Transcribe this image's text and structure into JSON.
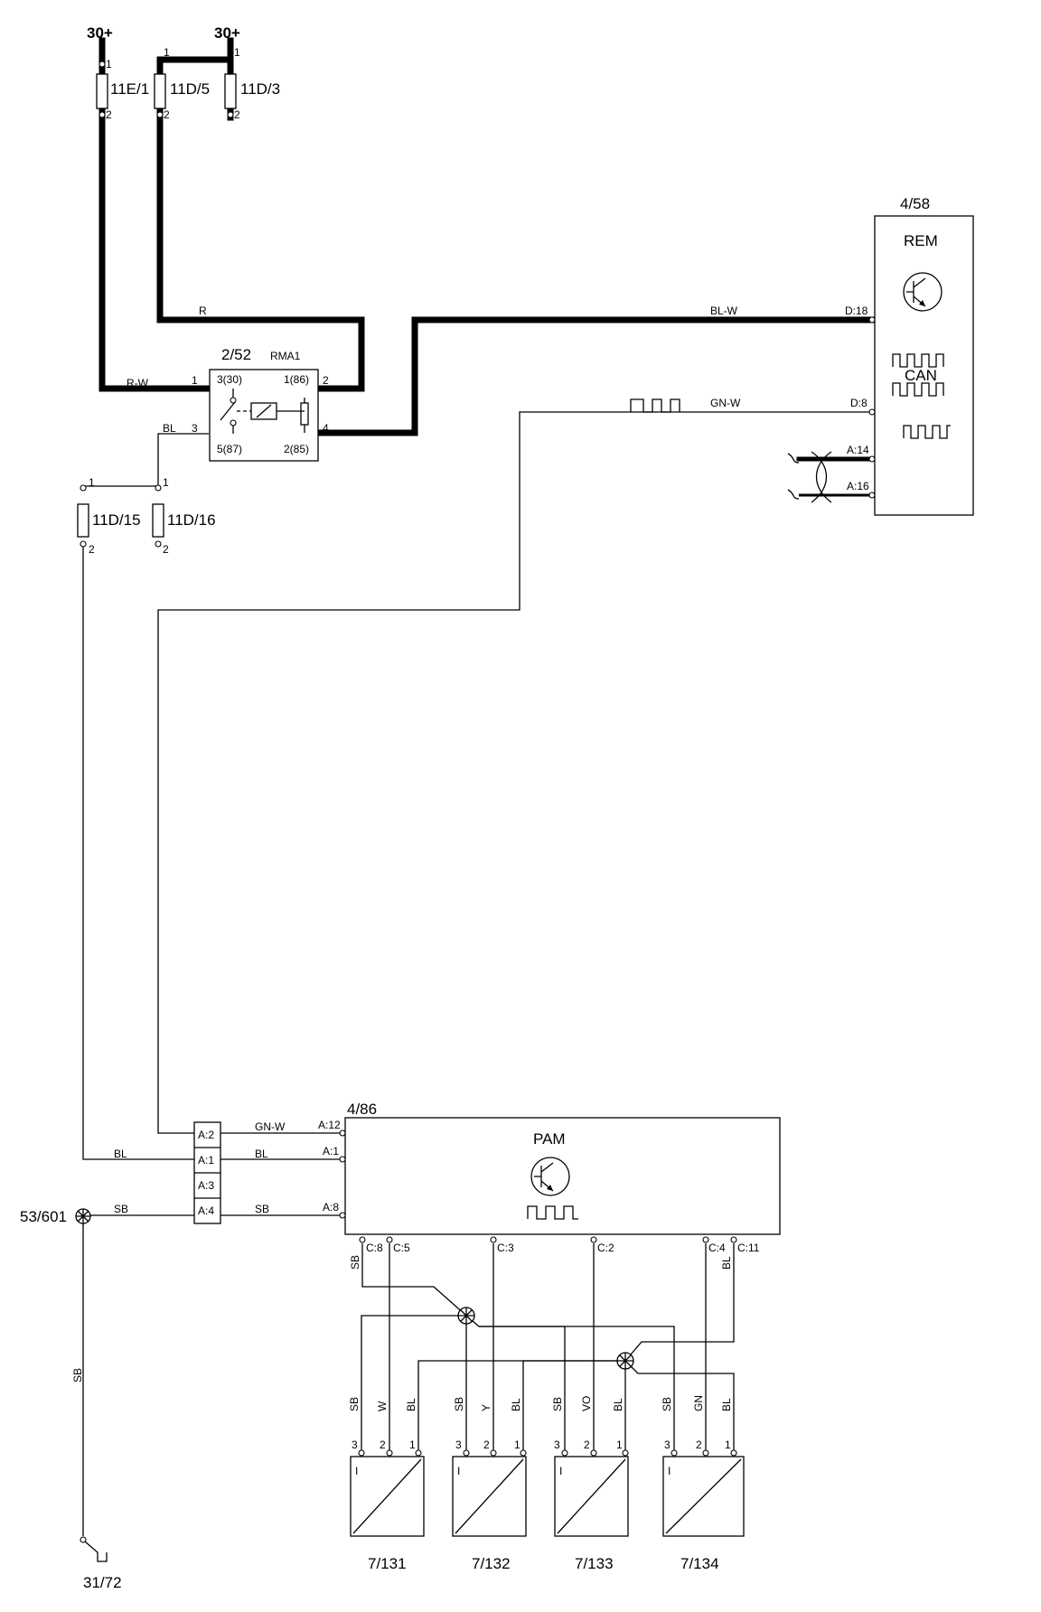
{
  "supply": {
    "left": "30+",
    "right": "30+"
  },
  "fuses": {
    "f11e1": {
      "name": "11E/1",
      "pin1": "1",
      "pin2": "2"
    },
    "f11d5": {
      "name": "11D/5",
      "pin1": "1",
      "pin2": "2"
    },
    "f11d3": {
      "name": "11D/3",
      "pin1": "1",
      "pin2": "2"
    },
    "f11d15": {
      "name": "11D/15",
      "pin1": "1",
      "pin2": "2"
    },
    "f11d16": {
      "name": "11D/16",
      "pin1": "1",
      "pin2": "2"
    }
  },
  "relay": {
    "id": "2/52",
    "name": "RMA1",
    "pin30": "3(30)",
    "pin86": "1(86)",
    "pin87": "5(87)",
    "pin85": "2(85)",
    "ext1": "1",
    "ext2": "2",
    "ext3": "3",
    "ext4": "4"
  },
  "rem": {
    "id": "4/58",
    "name": "REM",
    "can": "CAN",
    "pin_d18": "D:18",
    "pin_d8": "D:8",
    "pin_a14": "A:14",
    "pin_a16": "A:16"
  },
  "pam": {
    "id": "4/86",
    "name": "PAM",
    "pin_a12": "A:12",
    "pin_a1": "A:1",
    "pin_a8": "A:8",
    "pin_c8": "C:8",
    "pin_c5": "C:5",
    "pin_c3": "C:3",
    "pin_c2": "C:2",
    "pin_c4": "C:4",
    "pin_c11": "C:11"
  },
  "connector": {
    "a2": "A:2",
    "a1": "A:1",
    "a3": "A:3",
    "a4": "A:4"
  },
  "wires": {
    "r": "R",
    "r_w": "R-W",
    "bl_w": "BL-W",
    "gn_w": "GN-W",
    "gn_w2": "GN-W",
    "bl_relay": "BL",
    "bl_left": "BL",
    "bl_mid": "BL",
    "sb_left": "SB",
    "sb_mid": "SB",
    "sb_vertical": "SB",
    "sb_c8": "SB",
    "bl_c11": "BL"
  },
  "ground": {
    "splice": "53/601",
    "point": "31/72"
  },
  "sensors": [
    {
      "id": "7/131",
      "w3": "SB",
      "w2": "W",
      "w1": "BL",
      "p3": "3",
      "p2": "2",
      "p1": "1",
      "mark": "I"
    },
    {
      "id": "7/132",
      "w3": "SB",
      "w2": "Y",
      "w1": "BL",
      "p3": "3",
      "p2": "2",
      "p1": "1",
      "mark": "I"
    },
    {
      "id": "7/133",
      "w3": "SB",
      "w2": "VO",
      "w1": "BL",
      "p3": "3",
      "p2": "2",
      "p1": "1",
      "mark": "I"
    },
    {
      "id": "7/134",
      "w3": "SB",
      "w2": "GN",
      "w1": "BL",
      "p3": "3",
      "p2": "2",
      "p1": "1",
      "mark": "I"
    }
  ]
}
